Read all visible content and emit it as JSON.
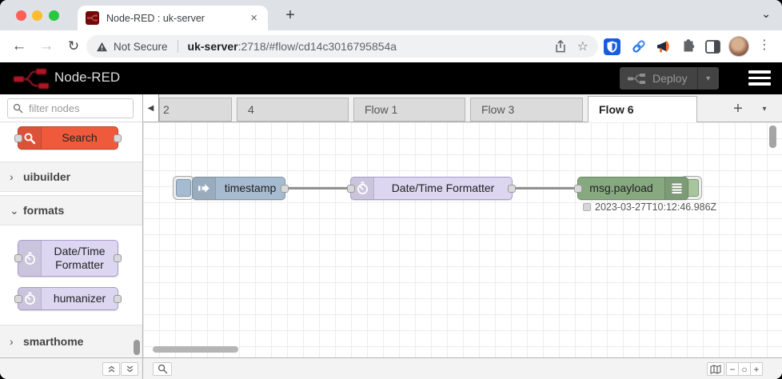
{
  "browser": {
    "tab_title": "Node-RED : uk-server",
    "close_glyph": "×",
    "new_tab_glyph": "+",
    "overflow_glyph": "⌄",
    "back_glyph": "←",
    "forward_glyph": "→",
    "reload_glyph": "↻",
    "security_label": "Not Secure",
    "url_host": "uk-server",
    "url_path": ":2718/#flow/cd14c3016795854a",
    "star_glyph": "☆",
    "menu_glyph": "⋮",
    "traffic_lights": [
      "#ff5f57",
      "#febc2e",
      "#28c840"
    ]
  },
  "header": {
    "app_name": "Node-RED",
    "deploy": {
      "label": "Deploy",
      "caret": "▾"
    }
  },
  "palette": {
    "filter_placeholder": "filter nodes",
    "search_node": "Search",
    "categories": [
      {
        "label": "uibuilder",
        "chevron": "›",
        "state": "collapsed"
      },
      {
        "label": "formats",
        "chevron": "⌄",
        "state": "expanded"
      },
      {
        "label": "smarthome",
        "chevron": "›",
        "state": "collapsed"
      }
    ],
    "nodes": {
      "datetime_line1": "Date/Time",
      "datetime_line2": "Formatter",
      "humanizer": "humanizer"
    }
  },
  "workspace": {
    "scroll_left_glyph": "◀",
    "add_tab_glyph": "+",
    "tab_menu_glyph": "▾",
    "tabs": [
      {
        "label": "2",
        "active": false
      },
      {
        "label": "4",
        "active": false
      },
      {
        "label": "Flow 1",
        "active": false
      },
      {
        "label": "Flow 3",
        "active": false
      },
      {
        "label": "Flow 6",
        "active": true
      }
    ],
    "flow": {
      "inject_label": "timestamp",
      "formatter_label": "Date/Time Formatter",
      "debug_label": "msg.payload",
      "debug_status": "2023-03-27T10:12:46.986Z"
    },
    "footer": {
      "zoom_out": "−",
      "zoom_reset": "○",
      "zoom_in": "+"
    }
  },
  "colors": {
    "inject_node": "#a6bbcf",
    "formatter_node": "#dcd6f0",
    "debug_node": "#87a980",
    "search_node": "#ef5a3d",
    "header_bg": "#000000",
    "logo_red": "#ad1625"
  }
}
